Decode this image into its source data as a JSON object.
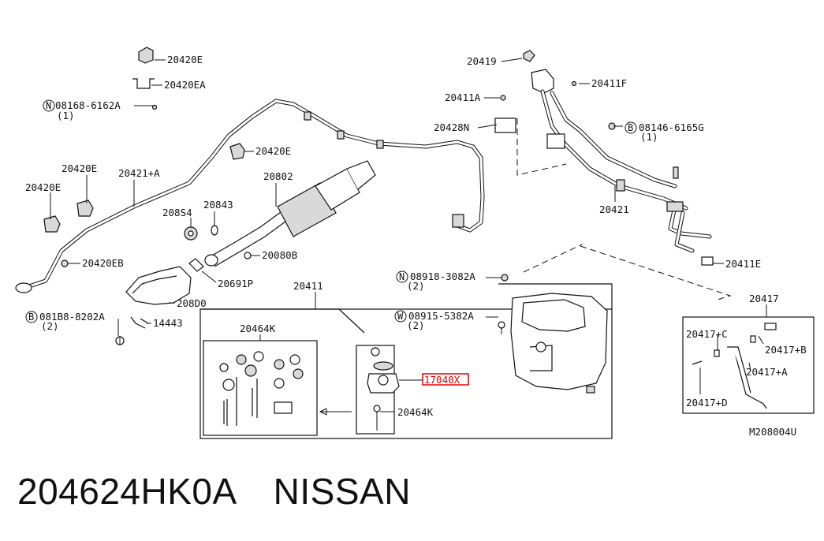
{
  "diagram_code": "M208004U",
  "footer": {
    "part_number": "204624HK0A",
    "brand": "NISSAN"
  },
  "highlight": {
    "label": "17040X",
    "color": "#e00000"
  },
  "labels": {
    "l_20420E_top": "20420E",
    "l_20420EA": "20420EA",
    "l_08168": "08168-6162A",
    "l_08168_qty": "(1)",
    "l_20420E_mid": "20420E",
    "l_20420E_left_a": "20420E",
    "l_20420E_left_b": "20420E",
    "l_20421A": "20421+A",
    "l_20802": "20802",
    "l_208S4": "208S4",
    "l_20843": "20843",
    "l_200808": "20080B",
    "l_20420EB": "20420EB",
    "l_20691P": "20691P",
    "l_208D0": "208D0",
    "l_081B8": "081B8-8202A",
    "l_081B8_qty": "(2)",
    "l_14443": "14443",
    "l_20411": "20411",
    "l_20464K_a": "20464K",
    "l_20464K_b": "20464K",
    "l_08918": "08918-3082A",
    "l_08918_qty": "(2)",
    "l_08915": "08915-5382A",
    "l_08915_qty": "(2)",
    "l_20419": "20419",
    "l_20411A": "20411A",
    "l_20411F": "20411F",
    "l_20428N": "20428N",
    "l_08146": "08146-6165G",
    "l_08146_qty": "(1)",
    "l_20421": "20421",
    "l_20411E": "20411E",
    "l_20417": "20417",
    "l_20417C": "20417+C",
    "l_20417B": "20417+B",
    "l_20417A": "20417+A",
    "l_20417D": "20417+D",
    "sym_N1": "N",
    "sym_N2": "N",
    "sym_B1": "B",
    "sym_B2": "B",
    "sym_W": "W"
  }
}
